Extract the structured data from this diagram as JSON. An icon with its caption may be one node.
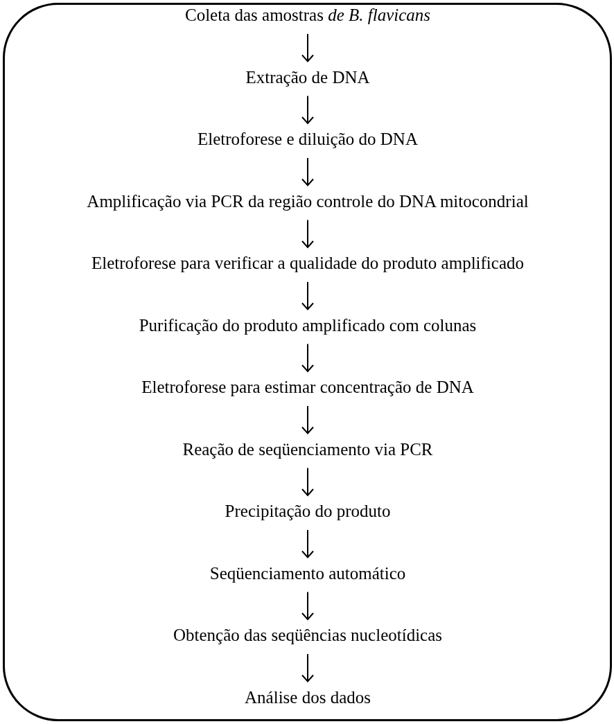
{
  "diagram": {
    "nodes": [
      {
        "text": [],
        "shape": "box"
      },
      {
        "text": [
          "Coleta das amostras *de B. flavicans*"
        ],
        "in": 0
      },
      {
        "text": [
          "Extração de DNA"
        ],
        "in": 0
      },
      {
        "text": [
          "Eletroforese e diluição do DNA"
        ],
        "in": 0
      },
      {
        "text": [
          "Amplificação via PCR da região controle do DNA mitocondrial"
        ],
        "in": 0
      },
      {
        "text": [
          "Eletroforese para verificar a qualidade do produto amplificado"
        ],
        "in": 0
      },
      {
        "text": [
          "Purificação do produto amplificado com colunas"
        ],
        "in": 0
      },
      {
        "text": [
          "Eletroforese para estimar concentração de DNA"
        ],
        "in": 0
      },
      {
        "text": [
          "Reação de seqüenciamento via PCR"
        ],
        "in": 0
      },
      {
        "text": [
          "Precipitação do produto"
        ],
        "in": 0
      },
      {
        "text": [
          "Seqüenciamento automático"
        ],
        "in": 0
      },
      {
        "text": [
          "Obtenção das seqüências nucleotídicas"
        ],
        "in": 0
      },
      {
        "text": [
          "Análise dos dados"
        ],
        "in": 0
      }
    ],
    "edges": [
      {
        "from": 1,
        "to": 2,
        "arrow": "to"
      },
      {
        "from": 2,
        "to": 3,
        "arrow": "to"
      },
      {
        "from": 3,
        "to": 4,
        "arrow": "to"
      },
      {
        "from": 4,
        "to": 5,
        "arrow": "to"
      },
      {
        "from": 5,
        "to": 6,
        "arrow": "to"
      },
      {
        "from": 6,
        "to": 7,
        "arrow": "to"
      },
      {
        "from": 7,
        "to": 8,
        "arrow": "to"
      },
      {
        "from": 8,
        "to": 9,
        "arrow": "to"
      },
      {
        "from": 9,
        "to": 10,
        "arrow": "to"
      },
      {
        "from": 10,
        "to": 11,
        "arrow": "to"
      },
      {
        "from": 11,
        "to": 12,
        "arrow": "to"
      }
    ]
  }
}
